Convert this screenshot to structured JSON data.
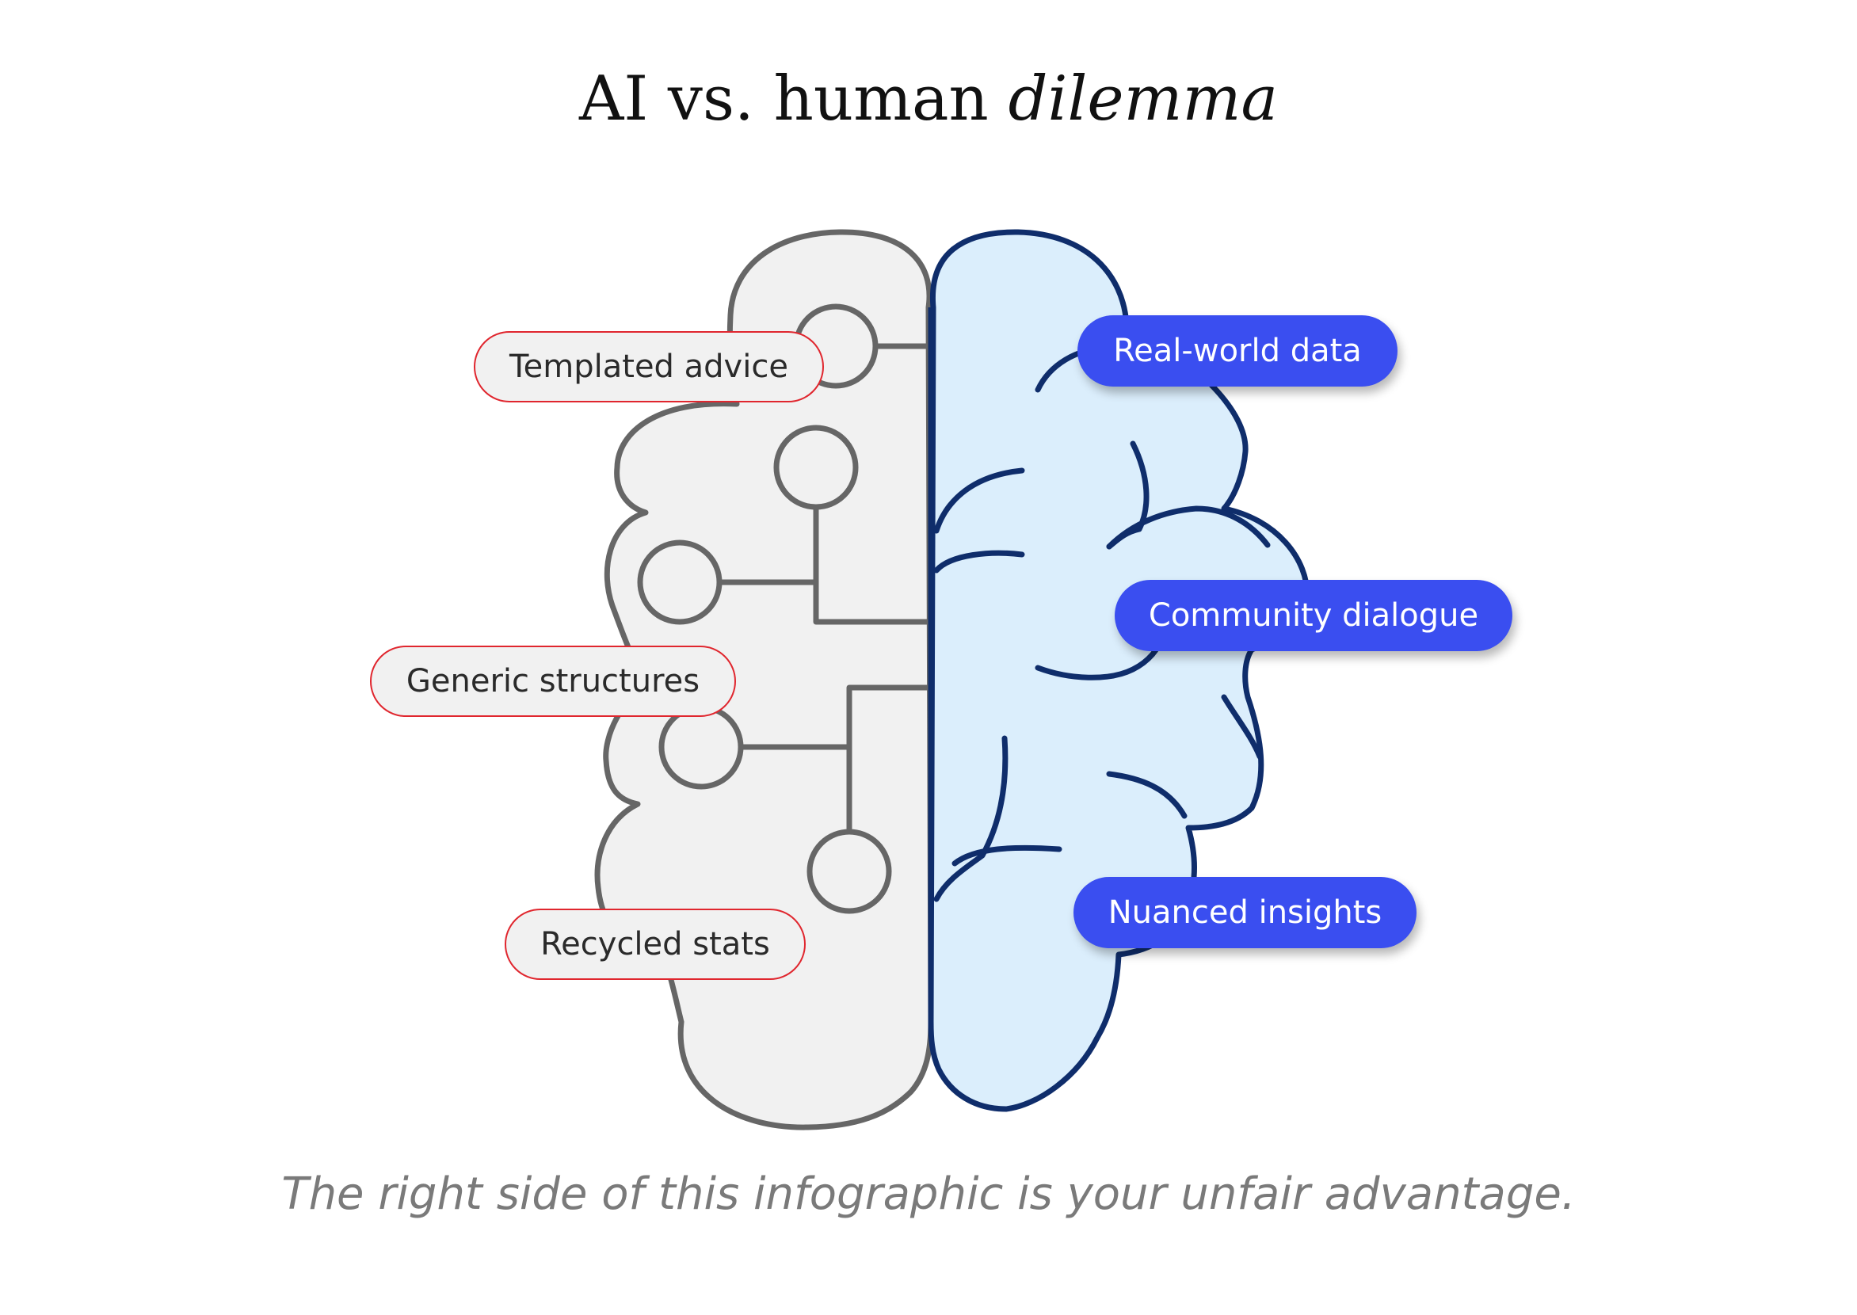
{
  "title": {
    "main": "AI vs. human ",
    "emphasis": "dilemma"
  },
  "left_labels": [
    "Templated advice",
    "Generic structures",
    "Recycled stats"
  ],
  "right_labels": [
    "Real-world data",
    "Community dialogue",
    "Nuanced insights"
  ],
  "caption": "The right side of this infographic is your unfair advantage.",
  "colors": {
    "left_half_fill": "#f1f1f1",
    "left_half_stroke": "#666666",
    "right_half_fill": "#dbeefc",
    "right_half_stroke": "#0f2d6b",
    "left_pill_border": "#e0262e",
    "right_pill_fill": "#3a4ef0"
  }
}
